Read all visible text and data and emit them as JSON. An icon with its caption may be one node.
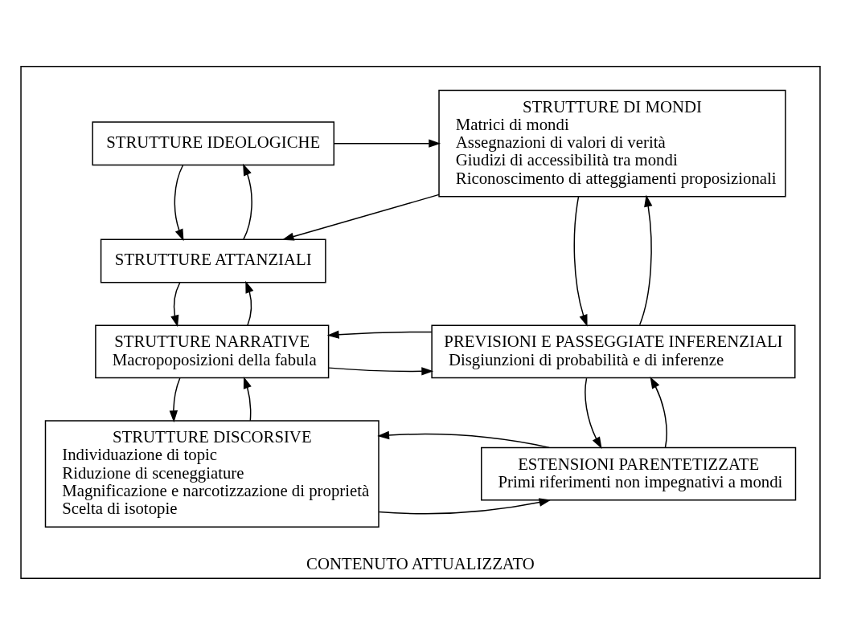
{
  "diagram": {
    "nodes": [
      {
        "text": [
          "CONTENUTO ATTUALIZZATO"
        ]
      },
      {
        "text": [
          "STRUTTURE IDEOLOGICHE"
        ],
        "in": 0
      },
      {
        "text": [
          "STRUTTURE DI MONDI",
          "Matrici di mondi",
          "Assegnazioni di valori di verità",
          "Giudizi di accessibilità tra mondi",
          "Riconoscimento di atteggiamenti proposizionali"
        ],
        "in": 0
      },
      {
        "text": [
          "STRUTTURE ATTANZIALI"
        ],
        "in": 0
      },
      {
        "text": [
          "STRUTTURE NARRATIVE",
          "Macropoposizioni della fabula"
        ],
        "in": 0
      },
      {
        "text": [
          "PREVISIONI E PASSEGGIATE INFERENZIALI",
          "Disgiunzioni di probabilità e di inferenze"
        ],
        "in": 0
      },
      {
        "text": [
          "STRUTTURE DISCORSIVE",
          "Individuazione di topic",
          "Riduzione di sceneggiature",
          "Magnificazione e narcotizzazione di proprietà",
          "Scelta di isotopie"
        ],
        "in": 0
      },
      {
        "text": [
          "ESTENSIONI PARENTETIZZATE",
          "Primi riferimenti non impegnativi a mondi"
        ],
        "in": 0
      }
    ],
    "edges": [
      {
        "from": 1,
        "to": 2,
        "arrow": "to"
      },
      {
        "from": 3,
        "to": 1,
        "arrow": "to"
      },
      {
        "from": 1,
        "to": 3,
        "arrow": "to"
      },
      {
        "from": 2,
        "to": 3,
        "arrow": "to"
      },
      {
        "from": 4,
        "to": 3,
        "arrow": "to"
      },
      {
        "from": 3,
        "to": 4,
        "arrow": "to"
      },
      {
        "from": 5,
        "to": 2,
        "arrow": "to"
      },
      {
        "from": 2,
        "to": 5,
        "arrow": "to"
      },
      {
        "from": 4,
        "to": 5,
        "arrow": "to"
      },
      {
        "from": 5,
        "to": 4,
        "arrow": "to"
      },
      {
        "from": 6,
        "to": 4,
        "arrow": "to"
      },
      {
        "from": 4,
        "to": 6,
        "arrow": "to"
      },
      {
        "from": 7,
        "to": 5,
        "arrow": "to"
      },
      {
        "from": 5,
        "to": 7,
        "arrow": "to"
      },
      {
        "from": 6,
        "to": 7,
        "arrow": "to"
      },
      {
        "from": 7,
        "to": 6,
        "arrow": "to"
      }
    ]
  }
}
